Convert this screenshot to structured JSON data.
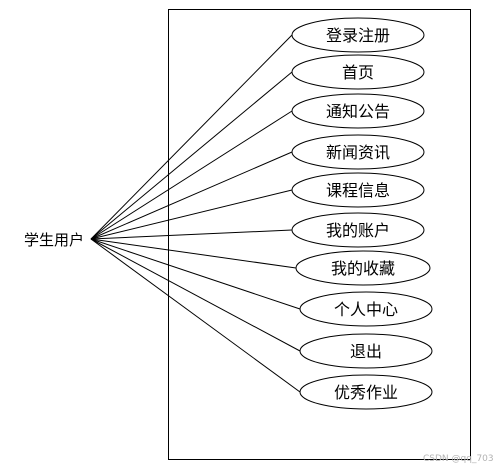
{
  "actor": {
    "label": "学生用户"
  },
  "use_cases": [
    {
      "label": "登录注册"
    },
    {
      "label": "首页"
    },
    {
      "label": "通知公告"
    },
    {
      "label": "新闻资讯"
    },
    {
      "label": "课程信息"
    },
    {
      "label": "我的账户"
    },
    {
      "label": "我的收藏"
    },
    {
      "label": "个人中心"
    },
    {
      "label": "退出"
    },
    {
      "label": "优秀作业"
    }
  ],
  "watermark": "CSDN @qq_703",
  "colors": {
    "stroke": "#000000",
    "fill": "#ffffff",
    "watermark": "#b3b3b3"
  }
}
